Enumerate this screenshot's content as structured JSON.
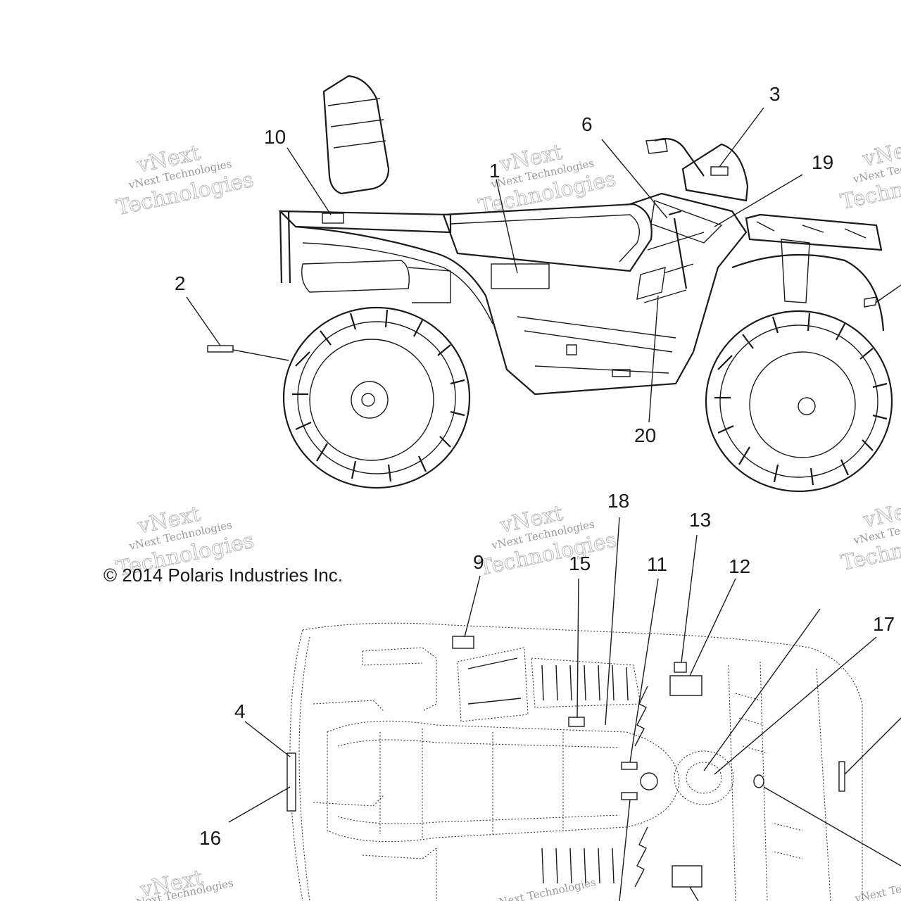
{
  "copyright": "© 2014 Polaris Industries Inc.",
  "watermark": {
    "line1": "vNext Technologies",
    "line2": "vNext",
    "line3": "Technologies"
  },
  "callouts": {
    "c1": "1",
    "c2": "2",
    "c3": "3",
    "c4": "4",
    "c6": "6",
    "c9": "9",
    "c10": "10",
    "c11": "11",
    "c12": "12",
    "c13": "13",
    "c15": "15",
    "c16": "16",
    "c17": "17",
    "c18": "18",
    "c19": "19",
    "c20": "20"
  }
}
